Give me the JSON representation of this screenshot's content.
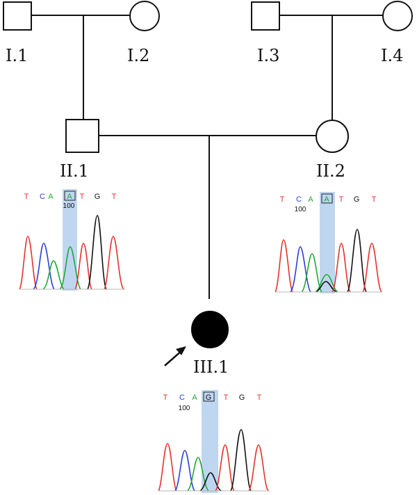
{
  "pedigree": {
    "individuals": [
      {
        "id": "I.1",
        "sex": "male",
        "affected": false
      },
      {
        "id": "I.2",
        "sex": "female",
        "affected": false
      },
      {
        "id": "I.3",
        "sex": "male",
        "affected": false
      },
      {
        "id": "I.4",
        "sex": "female",
        "affected": false
      },
      {
        "id": "II.1",
        "sex": "male",
        "affected": false
      },
      {
        "id": "II.2",
        "sex": "female",
        "affected": false
      },
      {
        "id": "III.1",
        "sex": "female",
        "affected": true,
        "proband": true
      }
    ]
  },
  "chromatograms": [
    {
      "id": "II.1",
      "bases": [
        "T",
        "C",
        "A",
        "A",
        "T",
        "G",
        "T"
      ],
      "highlight_index": 3,
      "position_label": "100"
    },
    {
      "id": "II.2",
      "bases": [
        "T",
        "C",
        "A",
        "A",
        "T",
        "G",
        "T"
      ],
      "highlight_index": 3,
      "position_label": "100"
    },
    {
      "id": "III.1",
      "bases": [
        "T",
        "C",
        "A",
        "G",
        "T",
        "G",
        "T"
      ],
      "highlight_index": 3,
      "position_label": "100"
    }
  ],
  "colors": {
    "A": "#1fa836",
    "C": "#2b3fd6",
    "G": "#111111",
    "T": "#e4312b",
    "highlight": "#a9c8ec",
    "affected": "#000000"
  }
}
